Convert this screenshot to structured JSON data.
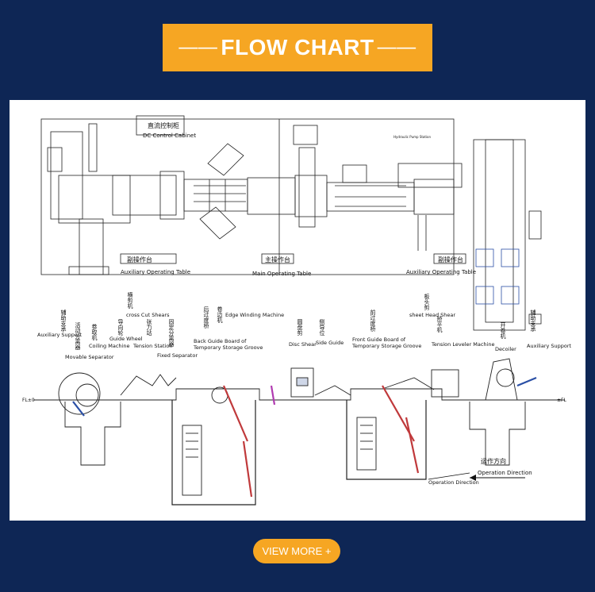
{
  "header": {
    "title": "FLOW CHART",
    "dash": "——"
  },
  "colors": {
    "background": "#0e2655",
    "accent": "#f6a623",
    "panel": "#ffffff"
  },
  "plan": {
    "dc_cabinet_cn": "直流控制柜",
    "dc_cabinet_en": "DC Control Cabinet",
    "pump_label": "Hydraulic Pump Station",
    "aux_table_cn": "副操作台",
    "aux_table_en": "Auxiliary Operating Table",
    "main_table_cn": "主操作台",
    "main_table_en": "Main Operating Table"
  },
  "labels": {
    "aux_support_left_cn": "辅助支承",
    "aux_support_left_en": "Auxiliary Support",
    "movable_sep_cn": "活动分离器",
    "movable_sep_en": "Movable Separator",
    "coiling_cn": "卷取机",
    "coiling_en": "Coiling Machine",
    "cross_cut_cn": "横剪机",
    "cross_cut_en": "cross Cut Shears",
    "guide_wheel_cn": "导向轮",
    "guide_wheel_en": "Guide Wheel",
    "tension_cn": "张力站",
    "tension_en": "Tension Station",
    "fixed_sep_cn": "固定分离器",
    "fixed_sep_en": "Fixed Separator",
    "back_guide_cn": "后过度桥",
    "back_guide_en_1": "Back Guide Board of",
    "back_guide_en_2": "Temporary Storage Groove",
    "edge_winding_cn": "卷边机",
    "edge_winding_en": "Edge Winding Machine",
    "disc_shear_cn": "圆盘剪",
    "disc_shear_en": "Disc Shear",
    "side_guide_cn": "侧导位",
    "side_guide_en": "Side Guide",
    "front_guide_cn": "前过度桥",
    "front_guide_en_1": "Front Guide Board of",
    "front_guide_en_2": "Temporary Storage Groove",
    "head_shear_cn": "板头剪",
    "head_shear_en": "sheet Head Shear",
    "leveler_cn": "矫平机",
    "leveler_en": "Tension Leveler Machine",
    "decoiler_cn": "开卷机",
    "decoiler_en": "Decoiler",
    "aux_support_right_cn": "辅助支承",
    "aux_support_right_en": "Auxiliary Support",
    "fl_left": "FL±0",
    "fl_right": "±FL",
    "direction_cn": "运作方向",
    "direction_en_1": "Operation Direction",
    "direction_en_2": "Operation Direction"
  },
  "cta": {
    "label": "VIEW MORE +"
  }
}
